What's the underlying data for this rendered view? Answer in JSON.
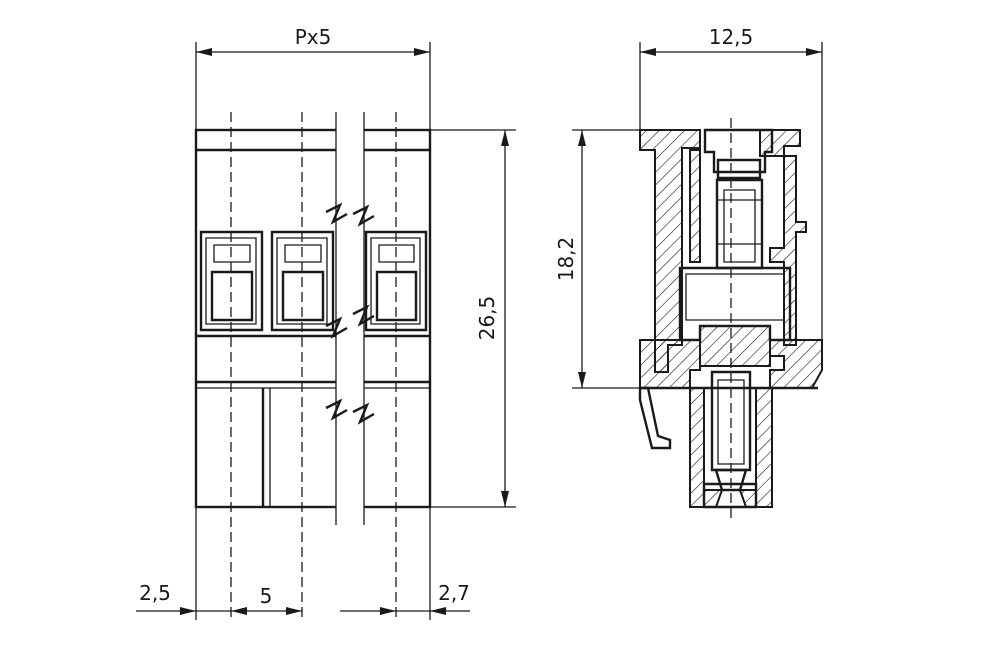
{
  "dimensions": {
    "pitch_width": "Px5",
    "side_width": "12,5",
    "side_height": "18,2",
    "front_height": "26,5",
    "left_offset": "2,5",
    "pitch": "5",
    "right_offset": "2,7"
  }
}
